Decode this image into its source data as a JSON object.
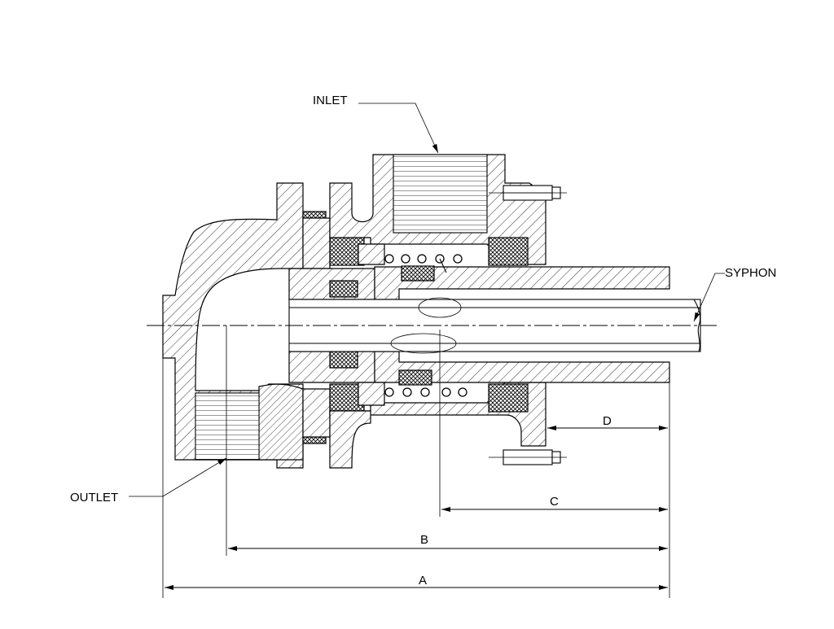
{
  "labels": {
    "inlet": "INLET",
    "outlet": "OUTLET",
    "syphon": "SYPHON"
  },
  "dimensions": {
    "a": "A",
    "b": "B",
    "c": "C",
    "d": "D"
  }
}
